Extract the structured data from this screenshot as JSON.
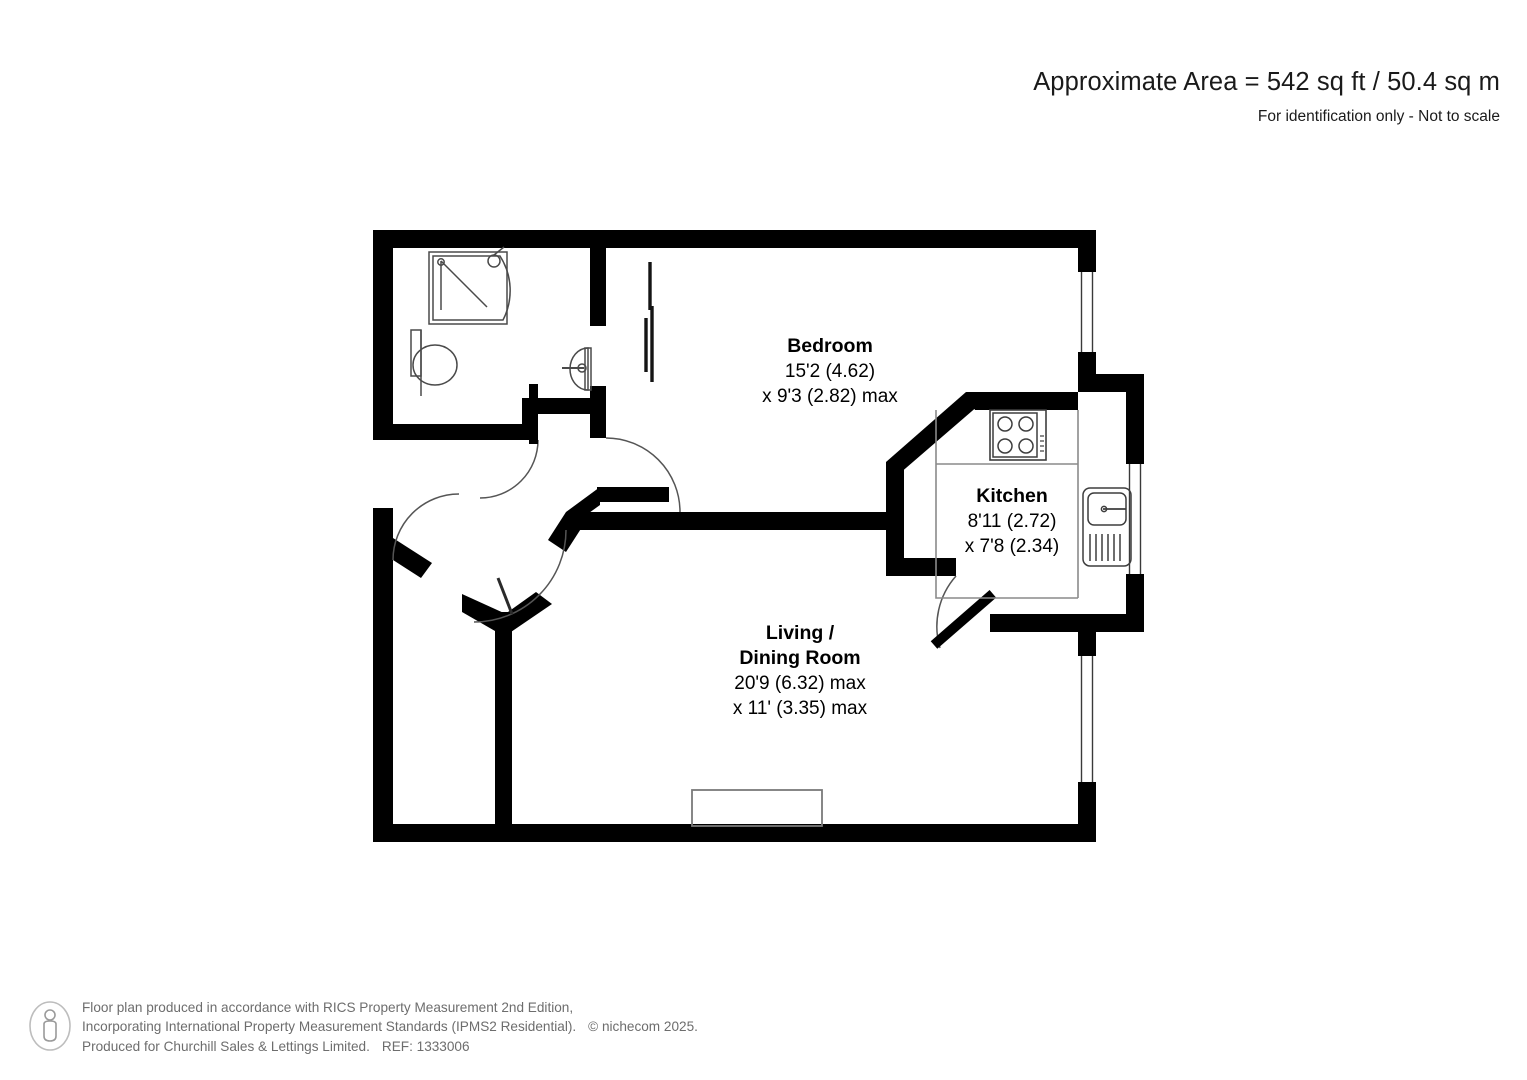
{
  "header": {
    "area_line": "Approximate Area = 542 sq ft / 50.4 sq m",
    "subtitle_line": "For identification only - Not to scale"
  },
  "plan": {
    "rooms": [
      {
        "key": "bedroom",
        "name": "Bedroom",
        "dim_line_1": "15'2 (4.62)",
        "dim_line_2": "x 9'3 (2.82) max"
      },
      {
        "key": "kitchen",
        "name": "Kitchen",
        "dim_line_1": "8'11 (2.72)",
        "dim_line_2": "x 7'8 (2.34)"
      },
      {
        "key": "living_dining",
        "name_line_1": "Living /",
        "name_line_2": "Dining Room",
        "dim_line_1": "20'9 (6.32) max",
        "dim_line_2": "x 11' (3.35) max"
      }
    ],
    "fixtures": [
      "shower-enclosure",
      "toilet",
      "wash-basin",
      "hob-four-burner",
      "kitchen-sink-with-drainer",
      "radiator"
    ],
    "openings": [
      "entrance-door",
      "hallway-door",
      "bathroom-door",
      "bedroom-door",
      "kitchen-door",
      "bedroom-window",
      "living-room-window"
    ],
    "colors": {
      "wall": "#000000",
      "fixture_outline": "#4a4a4a",
      "door_swing": "#5a5a5a",
      "background": "#ffffff"
    }
  },
  "footer": {
    "line_1": "Floor plan produced in accordance with RICS Property Measurement 2nd Edition,",
    "line_2_a": "Incorporating International Property Measurement Standards (IPMS2 Residential).",
    "line_2_b": "© nichecom 2025.",
    "line_3_a": "Produced for Churchill Sales & Lettings Limited.",
    "line_3_b": "REF: 1333006"
  }
}
